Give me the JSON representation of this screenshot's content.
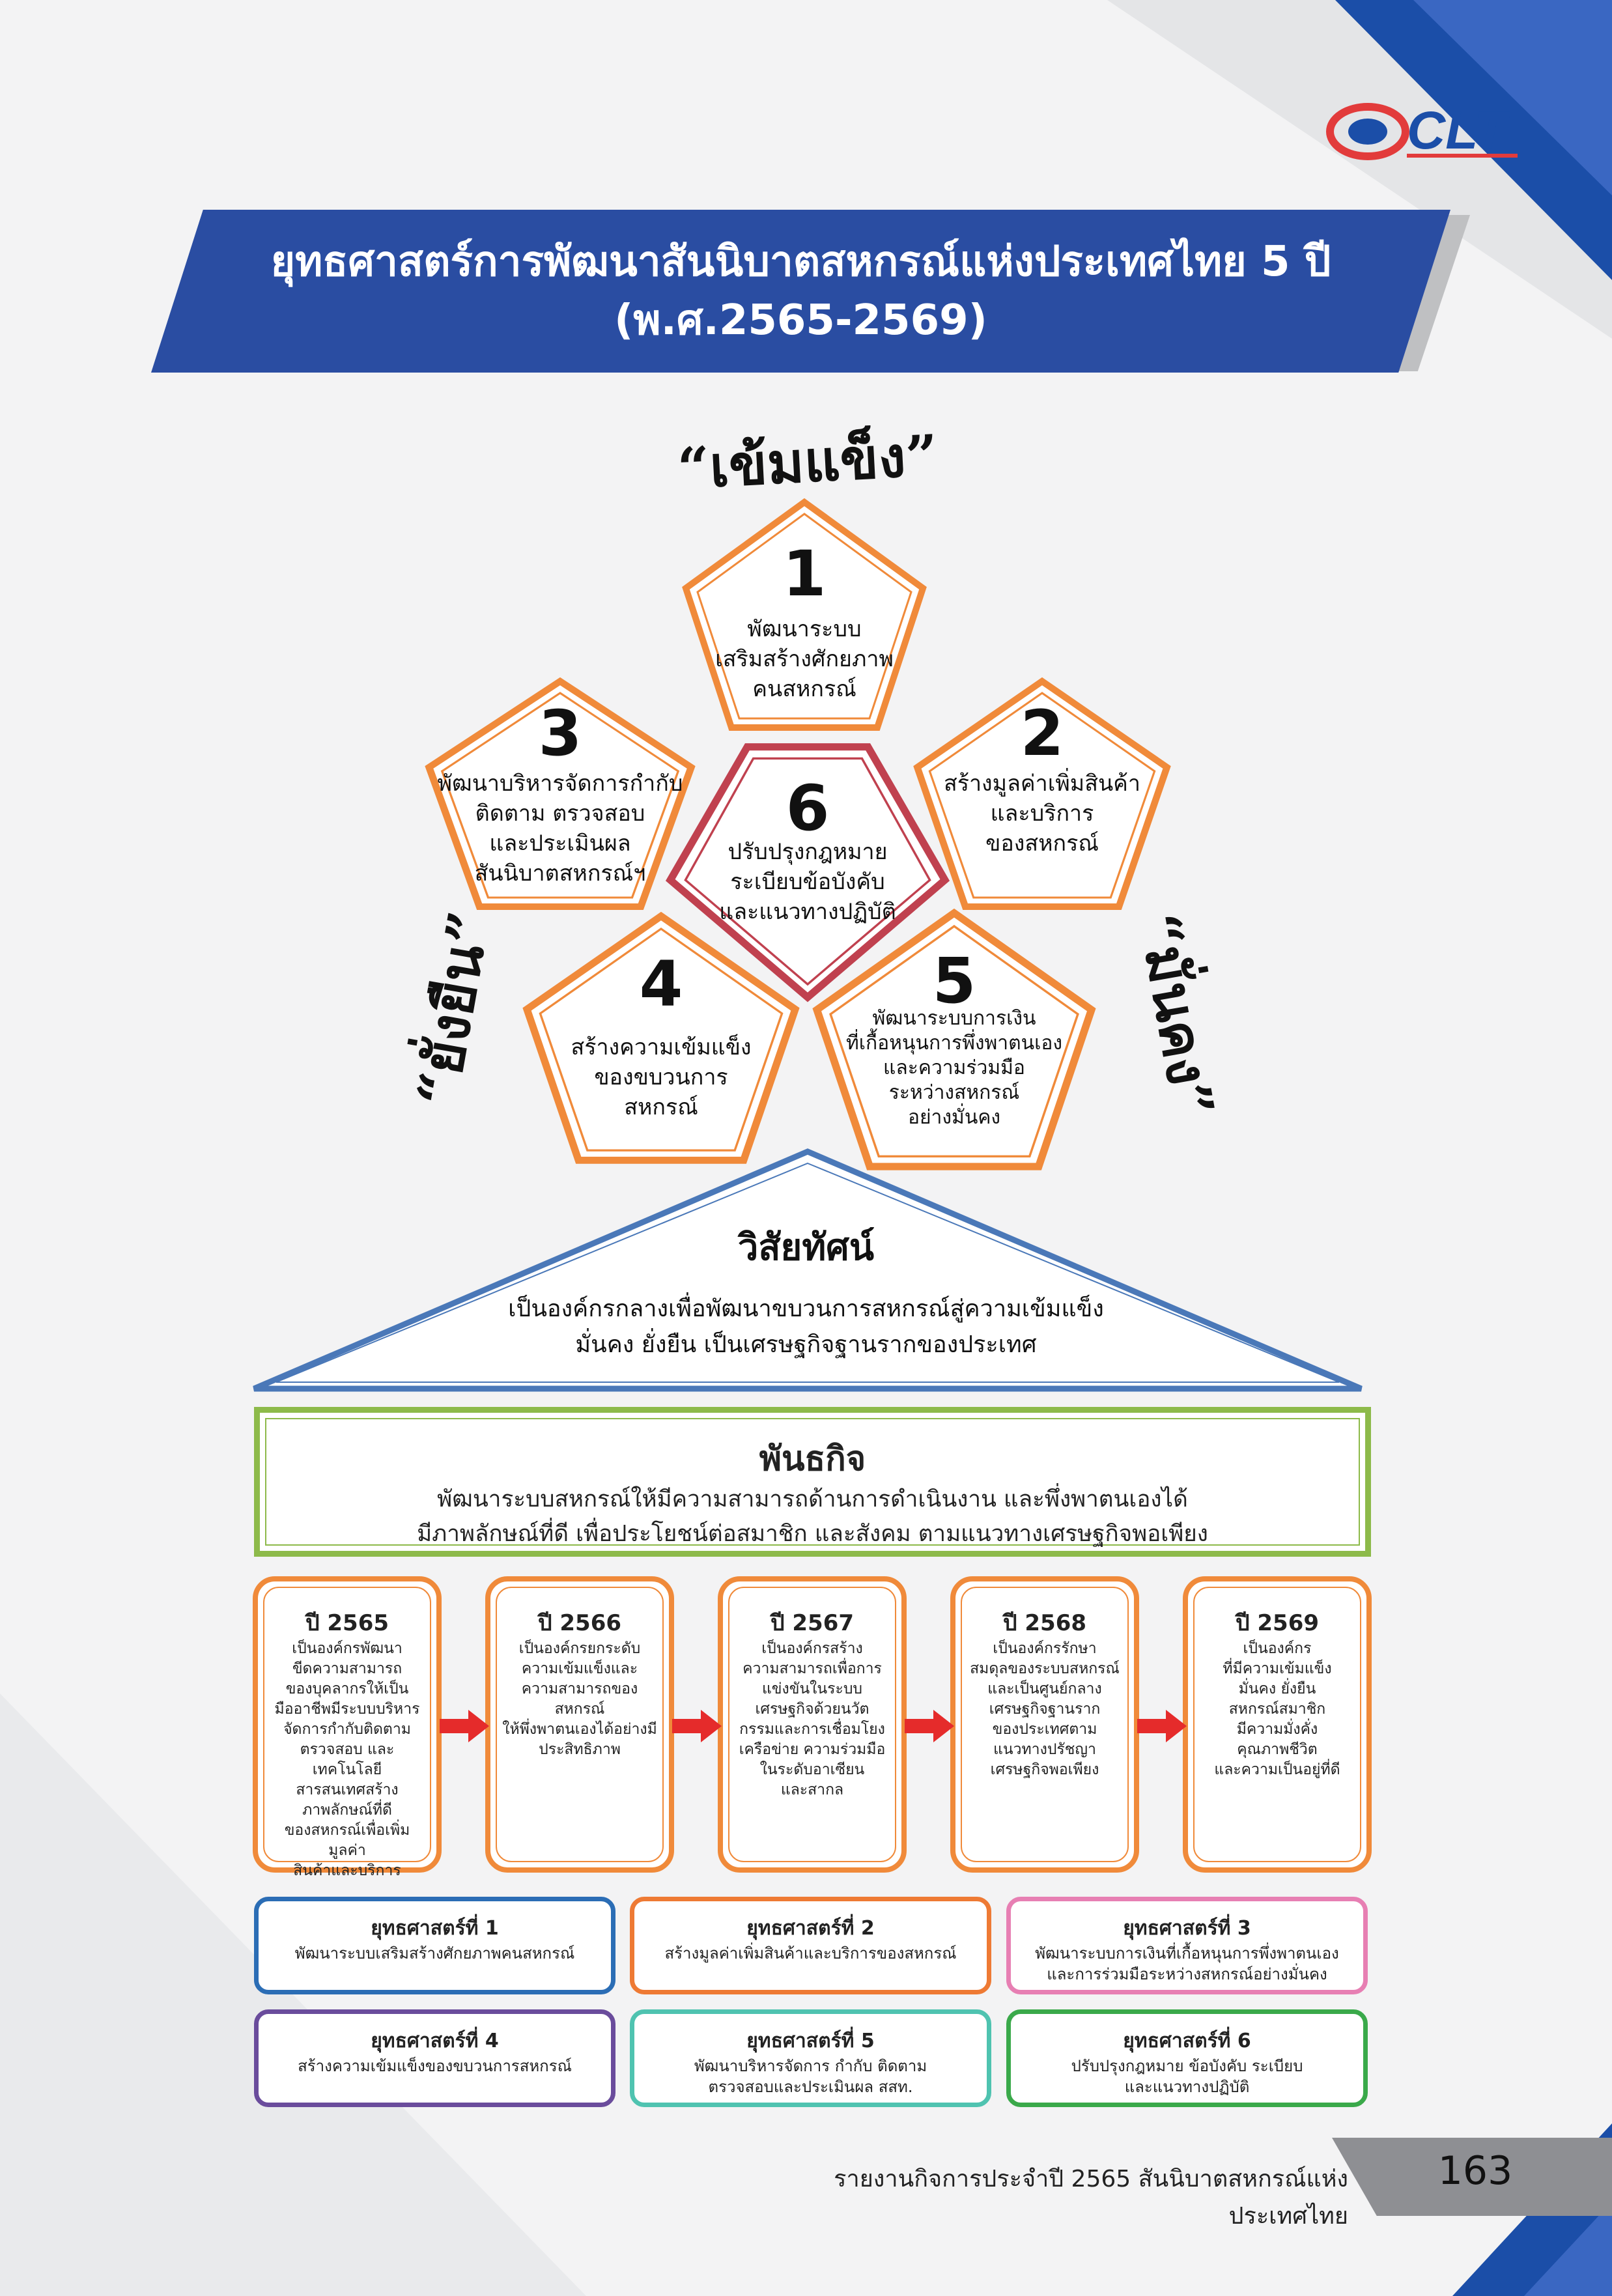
{
  "logo": {
    "text": "CLT"
  },
  "title": {
    "line1": "ยุทธศาสตร์การพัฒนาสันนิบาตสหกรณ์แห่งประเทศไทย 5 ปี",
    "line2": "(พ.ศ.2565-2569)"
  },
  "slogans": {
    "top": "“เข้มแข็ง”",
    "left": "“ยั่งยืน”",
    "right": "“มั่นคง”"
  },
  "pentagons": [
    {
      "number": "1",
      "lines": [
        "พัฒนาระบบ",
        "เสริมสร้างศักยภาพ",
        "คนสหกรณ์"
      ]
    },
    {
      "number": "2",
      "lines": [
        "สร้างมูลค่าเพิ่มสินค้า",
        "และบริการ",
        "ของสหกรณ์"
      ]
    },
    {
      "number": "3",
      "lines": [
        "พัฒนาบริหารจัดการกำกับ",
        "ติดตาม ตรวจสอบ",
        "และประเมินผล",
        "สันนิบาตสหกรณ์ฯ"
      ]
    },
    {
      "number": "4",
      "lines": [
        "สร้างความเข้มแข็ง",
        "ของขบวนการ",
        "สหกรณ์"
      ]
    },
    {
      "number": "5",
      "lines": [
        "พัฒนาระบบการเงิน",
        "ที่เกื้อหนุนการพึ่งพาตนเอง",
        "และความร่วมมือ",
        "ระหว่างสหกรณ์",
        "อย่างมั่นคง"
      ]
    },
    {
      "number": "6",
      "lines": [
        "ปรับปรุงกฎหมาย",
        "ระเบียบข้อบังคับ",
        "และแนวทางปฏิบัติ"
      ]
    }
  ],
  "vision": {
    "title": "วิสัยทัศน์",
    "line1": "เป็นองค์กรกลางเพื่อพัฒนาขบวนการสหกรณ์สู่ความเข้มแข็ง",
    "line2": "มั่นคง ยั่งยืน เป็นเศรษฐกิจฐานรากของประเทศ"
  },
  "mission": {
    "title": "พันธกิจ",
    "line1": "พัฒนาระบบสหกรณ์ให้มีความสามารถด้านการดำเนินงาน และพึ่งพาตนเองได้",
    "line2": "มีภาพลักษณ์ที่ดี เพื่อประโยชน์ต่อสมาชิก และสังคม  ตามแนวทางเศรษฐกิจพอเพียง"
  },
  "years": [
    {
      "title": "ปี 2565",
      "text": "เป็นองค์กรพัฒนา\nขีดความสามารถ\nของบุคลากรให้เป็น\nมืออาชีพมีระบบบริหาร\nจัดการกำกับติดตาม\nตรวจสอบ และเทคโนโลยี\nสารสนเทศสร้าง\nภาพลักษณ์ที่ดี\nของสหกรณ์เพื่อเพิ่มมูลค่า\nสินค้าและบริการ"
    },
    {
      "title": "ปี 2566",
      "text": "เป็นองค์กรยกระดับ\nความเข้มแข็งและ\nความสามารถของสหกรณ์\nให้พึ่งพาตนเองได้อย่างมี\nประสิทธิภาพ"
    },
    {
      "title": "ปี 2567",
      "text": "เป็นองค์กรสร้าง\nความสามารถเพื่อการ\nแข่งขันในระบบ\nเศรษฐกิจด้วยนวัต\nกรรมและการเชื่อมโยง\nเครือข่าย ความร่วมมือ\nในระดับอาเซียน\nและสากล"
    },
    {
      "title": "ปี 2568",
      "text": "เป็นองค์กรรักษา\nสมดุลของระบบสหกรณ์\nและเป็นศูนย์กลาง\nเศรษฐกิจฐานราก\nของประเทศตาม\nแนวทางปรัชญา\nเศรษฐกิจพอเพียง"
    },
    {
      "title": "ปี 2569",
      "text": "เป็นองค์กร\nที่มีความเข้มแข็ง\nมั่นคง ยั่งยืน\nสหกรณ์สมาชิก\nมีความมั่งคั่ง\nคุณภาพชีวิต\nและความเป็นอยู่ที่ดี"
    }
  ],
  "strategies": [
    {
      "title": "ยุทธศาสตร์ที่ 1",
      "text": "พัฒนาระบบเสริมสร้างศักยภาพคนสหกรณ์",
      "color": "#2b6db5"
    },
    {
      "title": "ยุทธศาสตร์ที่ 2",
      "text": "สร้างมูลค่าเพิ่มสินค้าและบริการของสหกรณ์",
      "color": "#ee7a34"
    },
    {
      "title": "ยุทธศาสตร์ที่ 3",
      "text": "พัฒนาระบบการเงินที่เกื้อหนุนการพึ่งพาตนเอง\nและการร่วมมือระหว่างสหกรณ์อย่างมั่นคง",
      "color": "#e77fb3"
    },
    {
      "title": "ยุทธศาสตร์ที่ 4",
      "text": "สร้างความเข้มแข็งของขบวนการสหกรณ์",
      "color": "#6a4c9c"
    },
    {
      "title": "ยุทธศาสตร์ที่ 5",
      "text": "พัฒนาบริหารจัดการ กำกับ ติดตาม\nตรวจสอบและประเมินผล สสท.",
      "color": "#4fc3b0"
    },
    {
      "title": "ยุทธศาสตร์ที่ 6",
      "text": "ปรับปรุงกฎหมาย ข้อบังคับ ระเบียบ\nและแนวทางปฏิบัติ",
      "color": "#3aa94a"
    }
  ],
  "footer": {
    "report": "รายงานกิจการประจำปี 2565 สันนิบาตสหกรณ์แห่งประเทศไทย",
    "page": "163"
  },
  "colors": {
    "banner": "#2a4da2",
    "pentagon_orange": "#f08a3a",
    "pentagon_red": "#c0414f",
    "vision_blue": "#4a78b8",
    "mission_green": "#8dba4a",
    "arrow_red": "#e52b2b"
  }
}
